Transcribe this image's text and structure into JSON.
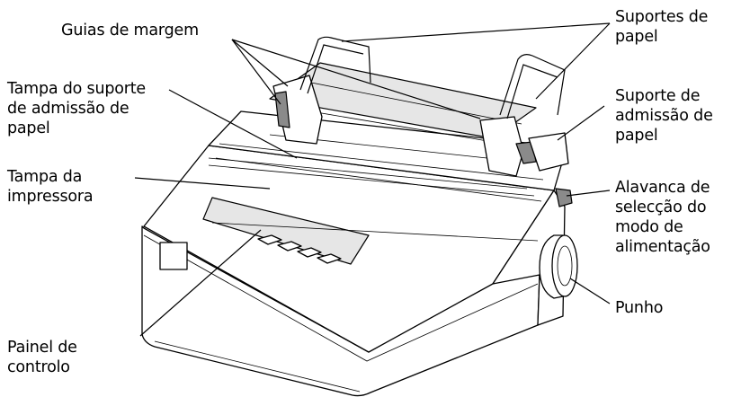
{
  "labels": {
    "margin_guides": "Guias de margem",
    "paper_supports": [
      "Suportes de",
      "papel"
    ],
    "feeder_cover": [
      "Tampa do suporte",
      "de admissão de",
      "papel"
    ],
    "feeder_support": [
      "Suporte de",
      "admissão de",
      "papel"
    ],
    "printer_cover": [
      "Tampa da",
      "impressora"
    ],
    "release_lever": [
      "Alavanca de",
      "selecção do",
      "modo de",
      "alimentação"
    ],
    "knob": "Punho",
    "control_panel": [
      "Painel de",
      "controlo"
    ]
  }
}
